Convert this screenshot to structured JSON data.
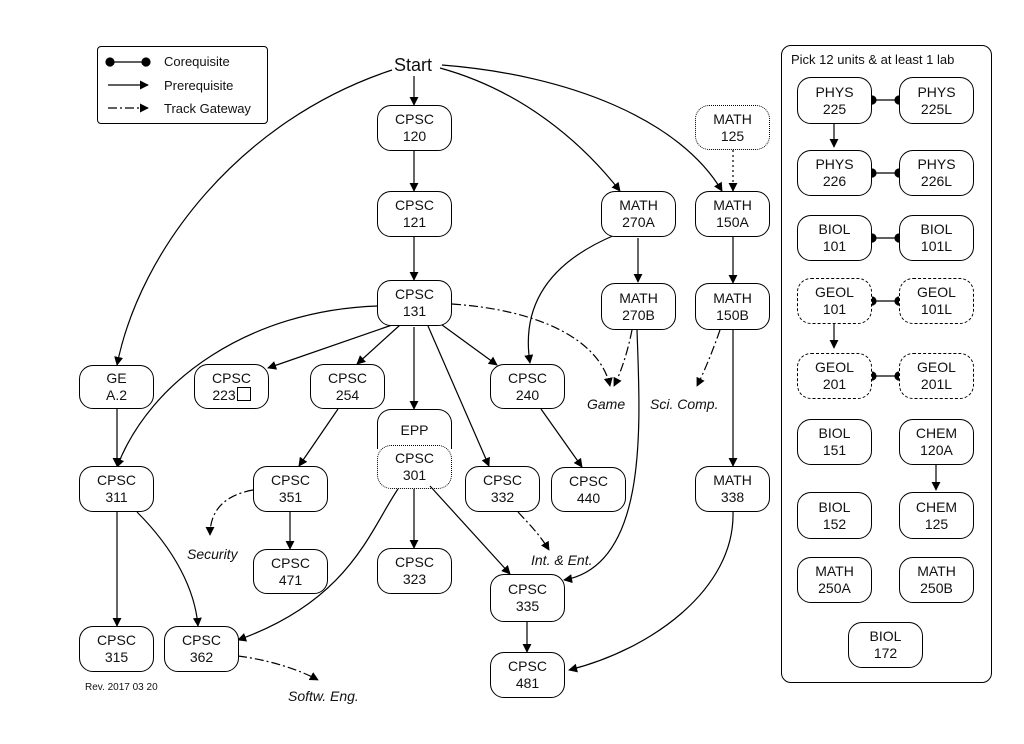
{
  "start": "Start",
  "revision": "Rev. 2017 03 20",
  "legend": {
    "corequisite": "Corequisite",
    "prerequisite": "Prerequisite",
    "gateway": "Track Gateway"
  },
  "panel_title": "Pick 12 units & at least 1 lab",
  "nodes": {
    "cpsc120": [
      "CPSC",
      "120"
    ],
    "cpsc121": [
      "CPSC",
      "121"
    ],
    "cpsc131": [
      "CPSC",
      "131"
    ],
    "ge_a2": [
      "GE",
      "A.2"
    ],
    "cpsc223": [
      "CPSC",
      "223"
    ],
    "cpsc254": [
      "CPSC",
      "254"
    ],
    "epp": [
      "EPP"
    ],
    "cpsc301": [
      "CPSC",
      "301"
    ],
    "cpsc240": [
      "CPSC",
      "240"
    ],
    "cpsc311": [
      "CPSC",
      "311"
    ],
    "cpsc351": [
      "CPSC",
      "351"
    ],
    "cpsc332": [
      "CPSC",
      "332"
    ],
    "cpsc440": [
      "CPSC",
      "440"
    ],
    "cpsc471": [
      "CPSC",
      "471"
    ],
    "cpsc323": [
      "CPSC",
      "323"
    ],
    "cpsc335": [
      "CPSC",
      "335"
    ],
    "cpsc315": [
      "CPSC",
      "315"
    ],
    "cpsc362": [
      "CPSC",
      "362"
    ],
    "cpsc481": [
      "CPSC",
      "481"
    ],
    "math270a": [
      "MATH",
      "270A"
    ],
    "math270b": [
      "MATH",
      "270B"
    ],
    "math125": [
      "MATH",
      "125"
    ],
    "math150a": [
      "MATH",
      "150A"
    ],
    "math150b": [
      "MATH",
      "150B"
    ],
    "math338": [
      "MATH",
      "338"
    ]
  },
  "science": {
    "phys225": [
      "PHYS",
      "225"
    ],
    "phys225l": [
      "PHYS",
      "225L"
    ],
    "phys226": [
      "PHYS",
      "226"
    ],
    "phys226l": [
      "PHYS",
      "226L"
    ],
    "biol101": [
      "BIOL",
      "101"
    ],
    "biol101l": [
      "BIOL",
      "101L"
    ],
    "geol101": [
      "GEOL",
      "101"
    ],
    "geol101l": [
      "GEOL",
      "101L"
    ],
    "geol201": [
      "GEOL",
      "201"
    ],
    "geol201l": [
      "GEOL",
      "201L"
    ],
    "biol151": [
      "BIOL",
      "151"
    ],
    "chem120a": [
      "CHEM",
      "120A"
    ],
    "biol152": [
      "BIOL",
      "152"
    ],
    "chem125": [
      "CHEM",
      "125"
    ],
    "math250a": [
      "MATH",
      "250A"
    ],
    "math250b": [
      "MATH",
      "250B"
    ],
    "biol172": [
      "BIOL",
      "172"
    ]
  },
  "tracks": {
    "game": "Game",
    "sci_comp": "Sci. Comp.",
    "security": "Security",
    "int_ent": "Int. & Ent.",
    "softw_eng": "Softw. Eng."
  }
}
